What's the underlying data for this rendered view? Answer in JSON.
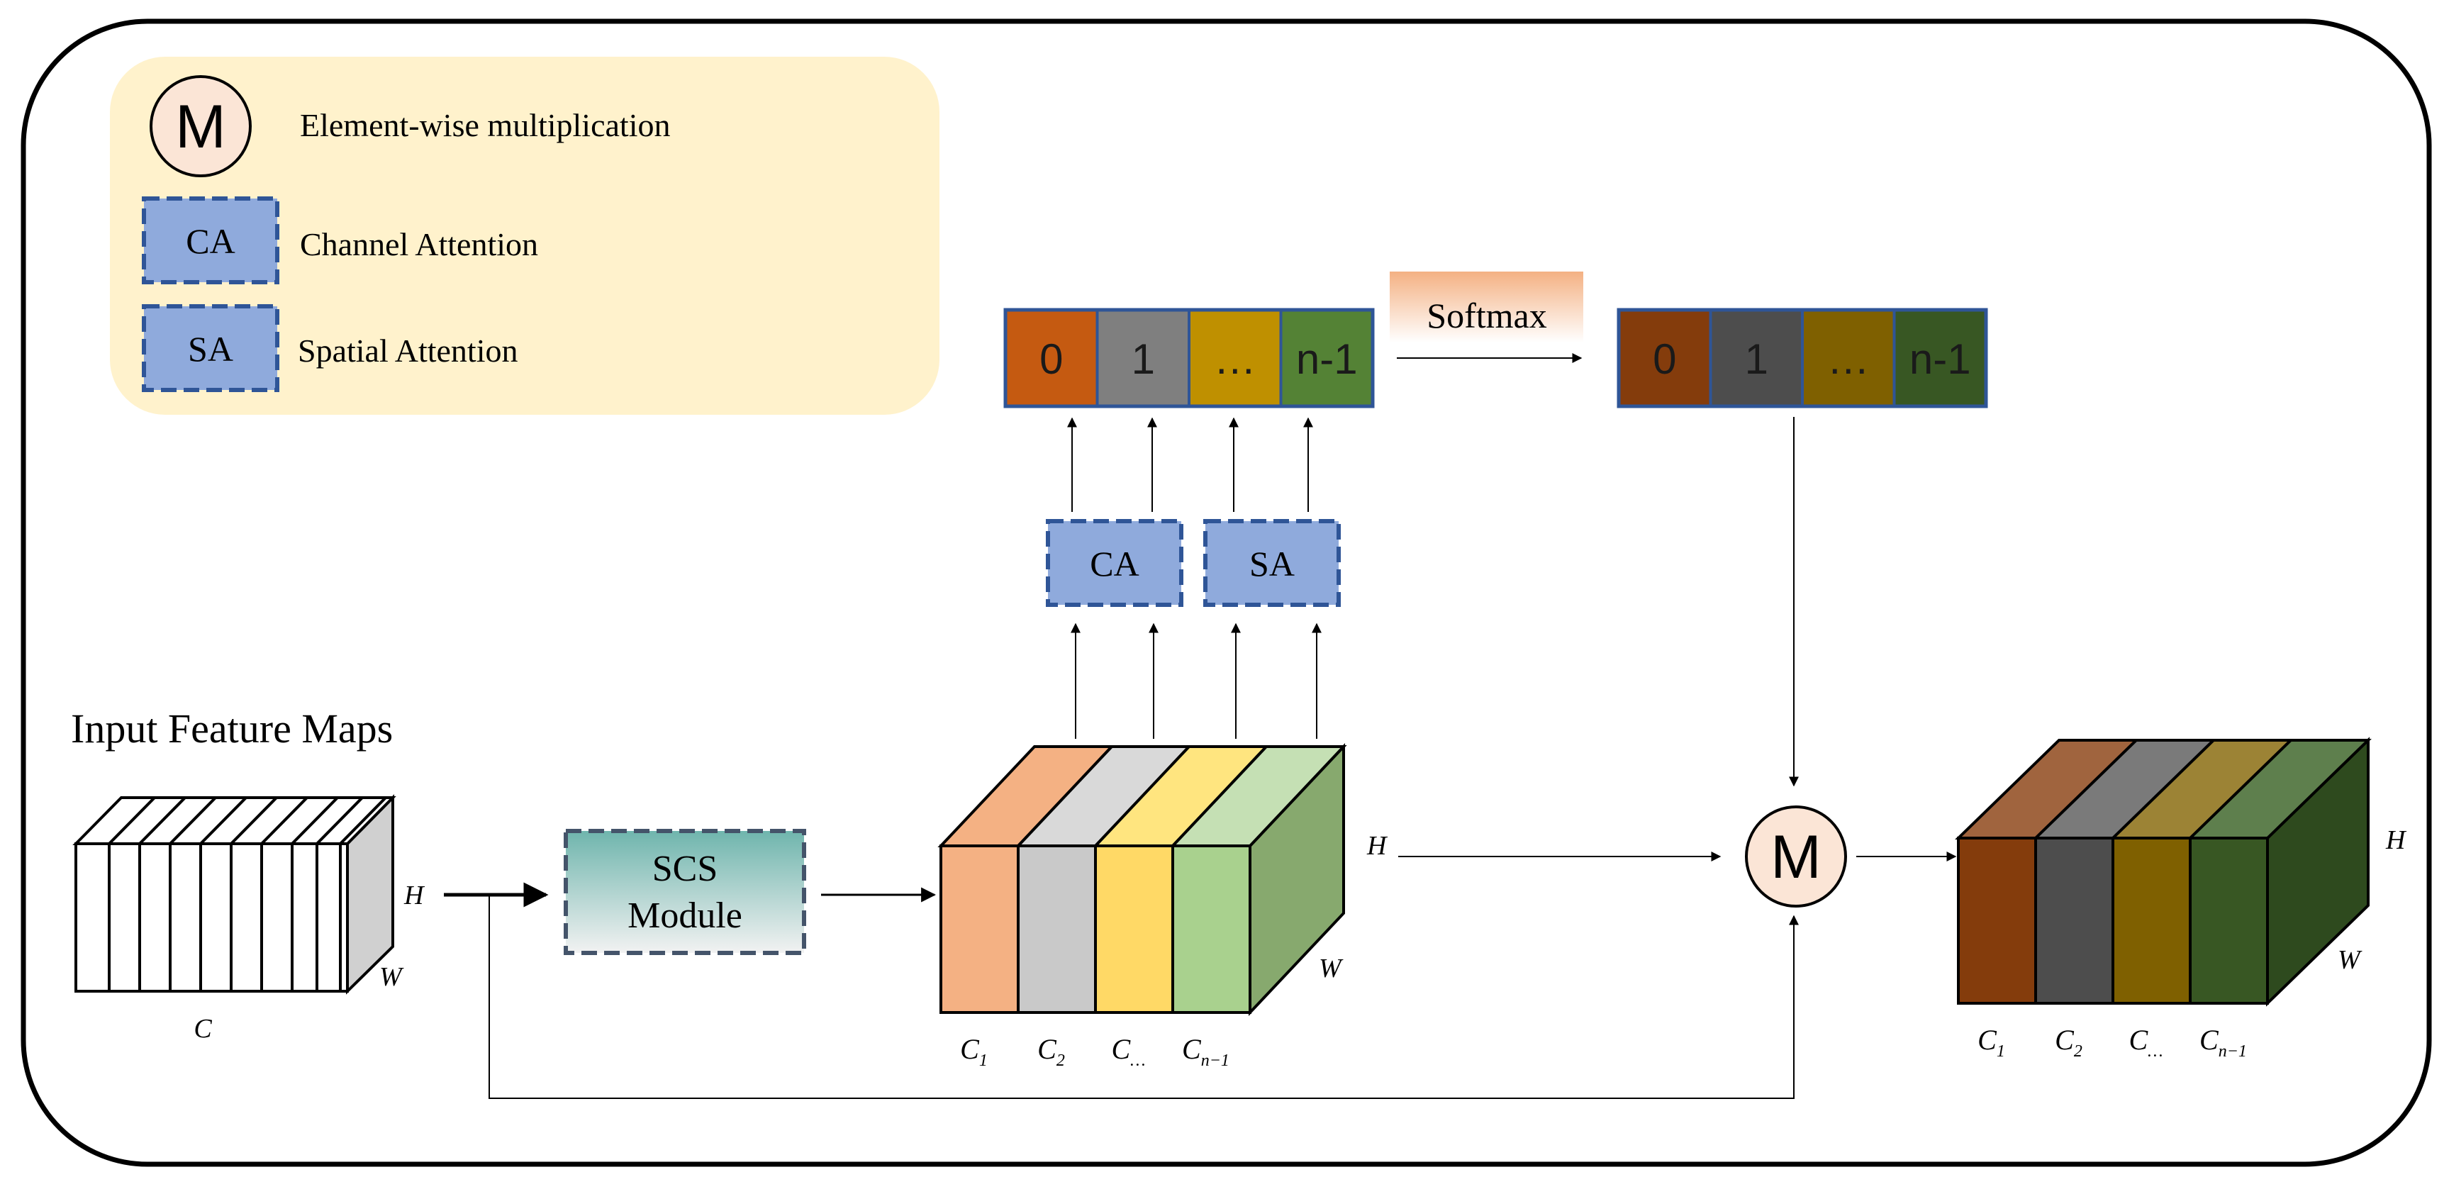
{
  "legend": {
    "multiply_symbol": "M",
    "multiply_label": "Element-wise multiplication",
    "ca_symbol": "CA",
    "ca_label": "Channel Attention",
    "sa_symbol": "SA",
    "sa_label": "Spatial Attention"
  },
  "input": {
    "title": "Input Feature Maps",
    "h_label": "H",
    "w_label": "W",
    "c_label": "C"
  },
  "scs_module": {
    "line1": "SCS",
    "line2": "Module"
  },
  "attention": {
    "ca": "CA",
    "sa": "SA"
  },
  "weights_before": [
    "0",
    "1",
    "…",
    "n-1"
  ],
  "softmax_label": "Softmax",
  "weights_after": [
    "0",
    "1",
    "…",
    "n-1"
  ],
  "multiply_node": "M",
  "mid_cube": {
    "h_label": "H",
    "w_label": "W",
    "channels": [
      {
        "main": "C",
        "sub": "1"
      },
      {
        "main": "C",
        "sub": "2"
      },
      {
        "main": "C",
        "sub": "…"
      },
      {
        "main": "C",
        "sub": "n−1"
      }
    ]
  },
  "out_cube": {
    "h_label": "H",
    "w_label": "W",
    "channels": [
      {
        "main": "C",
        "sub": "1"
      },
      {
        "main": "C",
        "sub": "2"
      },
      {
        "main": "C",
        "sub": "…"
      },
      {
        "main": "C",
        "sub": "n−1"
      }
    ]
  },
  "colors": {
    "legend_bg": "#FFF2CC",
    "attention_fill": "#8FAADC",
    "attention_border": "#2F5597",
    "multiply_fill": "#FBE5D6",
    "weight_border": "#2F5597",
    "weights_before": [
      "#C55A11",
      "#7F7F7F",
      "#BF9000",
      "#548235"
    ],
    "weights_after": [
      "#843C0C",
      "#4D4D4D",
      "#7F6000",
      "#385723"
    ],
    "mid_front": [
      "#F4B183",
      "#C9C9C9",
      "#FFD966",
      "#A9D18E"
    ],
    "mid_top": [
      "#F4B183",
      "#D9D9D9",
      "#FFE57F",
      "#C5E0B4"
    ],
    "mid_side": "#87A96E",
    "out_front": [
      "#843C0C",
      "#4D4D4D",
      "#7F6000",
      "#385723"
    ],
    "out_top": [
      "#A0643E",
      "#7A7A7A",
      "#9C8335",
      "#5E7F4D"
    ],
    "out_side": "#2E4A1E",
    "scs_top": "#6FB5AD",
    "scs_bottom": "#F2F2F2"
  }
}
